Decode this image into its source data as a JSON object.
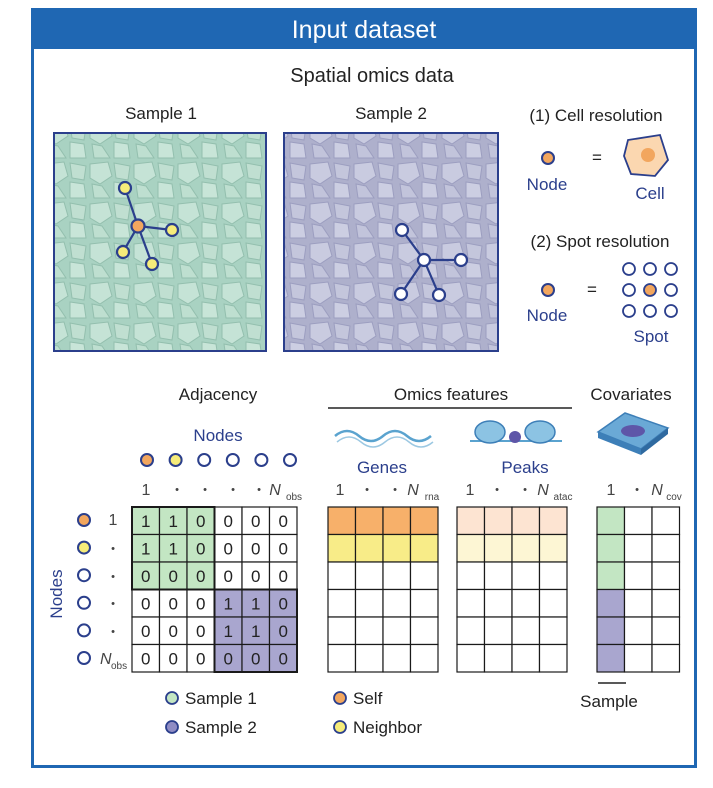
{
  "header": {
    "title": "Input dataset"
  },
  "section_title": "Spatial omics data",
  "samples": {
    "sample1_label": "Sample 1",
    "sample2_label": "Sample 2"
  },
  "cell_resolution": {
    "title": "(1) Cell resolution",
    "node_label": "Node",
    "equals": "=",
    "cell_label": "Cell"
  },
  "spot_resolution": {
    "title": "(2) Spot resolution",
    "node_label": "Node",
    "equals": "=",
    "spot_label": "Spot"
  },
  "adjacency": {
    "title": "Adjacency",
    "nodes_label": "Nodes",
    "row_axis_label": "Nodes",
    "col_index_first": "1",
    "col_index_last": "N",
    "col_index_last_sub": "obs",
    "row_index_first": "1",
    "row_index_last": "N",
    "row_index_last_sub": "obs",
    "dot": "•",
    "matrix": [
      [
        "1",
        "1",
        "0",
        "0",
        "0",
        "0"
      ],
      [
        "1",
        "1",
        "0",
        "0",
        "0",
        "0"
      ],
      [
        "0",
        "0",
        "0",
        "0",
        "0",
        "0"
      ],
      [
        "0",
        "0",
        "0",
        "1",
        "1",
        "0"
      ],
      [
        "0",
        "0",
        "0",
        "1",
        "1",
        "0"
      ],
      [
        "0",
        "0",
        "0",
        "0",
        "0",
        "0"
      ]
    ],
    "row_node_kinds": [
      "self",
      "neighbor",
      "plain",
      "plain",
      "plain",
      "plain"
    ],
    "col_node_kinds": [
      "self",
      "neighbor",
      "plain",
      "plain",
      "plain",
      "plain"
    ]
  },
  "omics": {
    "title": "Omics features",
    "genes_label": "Genes",
    "peaks_label": "Peaks",
    "genes_first": "1",
    "genes_last": "N",
    "genes_last_sub": "rna",
    "peaks_first": "1",
    "peaks_last": "N",
    "peaks_last_sub": "atac"
  },
  "covariates": {
    "title": "Covariates",
    "first": "1",
    "last": "N",
    "last_sub": "cov",
    "sample_label": "Sample"
  },
  "legend": {
    "sample1": "Sample 1",
    "sample2": "Sample 2",
    "self": "Self",
    "neighbor": "Neighbor"
  },
  "colors": {
    "frame_blue": "#1f67b3",
    "node_navy": "#2b3f8c",
    "self_orange": "#f2a65e",
    "neighbor_yellow": "#f6ec7a",
    "sample1_green": "#c3e6c3",
    "sample2_purple": "#a9a6cf",
    "gene_orange": "#f7b06a",
    "gene_yellow": "#f8ec88",
    "peak_orange": "#fde4d2",
    "peak_yellow": "#fdf6d4"
  }
}
